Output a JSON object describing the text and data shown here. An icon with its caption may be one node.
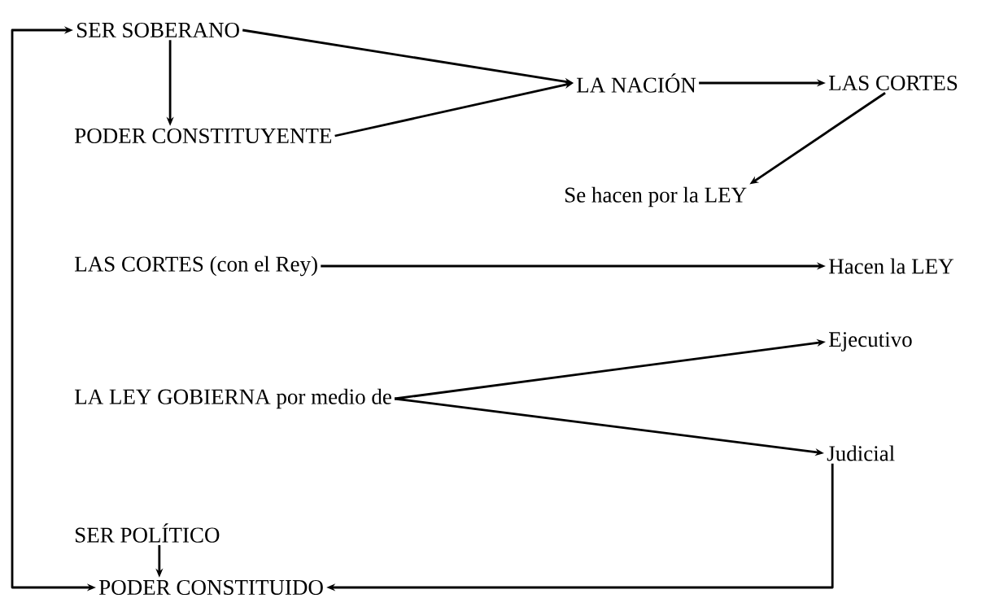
{
  "diagram": {
    "nodes": [
      {
        "text": [
          "SER SOBERANO"
        ]
      },
      {
        "text": [
          "PODER CONSTITUYENTE"
        ]
      },
      {
        "text": [
          "LA NACIÓN"
        ]
      },
      {
        "text": [
          "LAS CORTES"
        ]
      },
      {
        "text": [
          "Se hacen por la LEY"
        ]
      },
      {
        "text": [
          "LAS CORTES (con el Rey)"
        ]
      },
      {
        "text": [
          "Hacen la LEY"
        ]
      },
      {
        "text": [
          "Ejecutivo"
        ]
      },
      {
        "text": [
          "LA LEY GOBIERNA por medio de"
        ]
      },
      {
        "text": [
          "Judicial"
        ]
      },
      {
        "text": [
          "SER POLÍTICO"
        ]
      },
      {
        "text": [
          "PODER CONSTITUIDO"
        ]
      }
    ],
    "edges": [
      {
        "from": 0,
        "to": 1,
        "arrow": "to"
      },
      {
        "from": 0,
        "to": 2,
        "arrow": "to"
      },
      {
        "from": 1,
        "to": 2,
        "arrow": "to"
      },
      {
        "from": 2,
        "to": 3,
        "arrow": "to"
      },
      {
        "from": 3,
        "to": 4,
        "arrow": "to"
      },
      {
        "from": 5,
        "to": 6,
        "arrow": "to"
      },
      {
        "from": 8,
        "to": 7,
        "arrow": "to"
      },
      {
        "from": 8,
        "to": 9,
        "arrow": "to"
      },
      {
        "from": 10,
        "to": 11,
        "arrow": "to"
      },
      {
        "from": 9,
        "to": 11,
        "arrow": "to"
      },
      {
        "from": 11,
        "to": 0,
        "arrow": "both"
      }
    ]
  }
}
